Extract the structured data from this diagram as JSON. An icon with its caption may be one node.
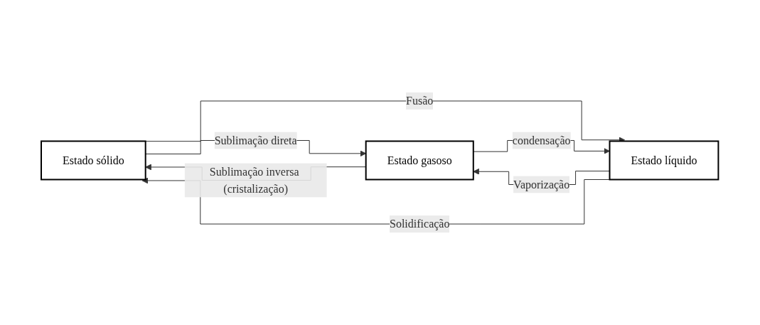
{
  "diagram": {
    "nodes": [
      {
        "text": [
          "Estado sólido"
        ]
      },
      {
        "text": [
          "Estado líquido"
        ]
      },
      {
        "text": [
          "Estado gasoso"
        ]
      }
    ],
    "edges": [
      {
        "from": 0,
        "to": 2,
        "arrow": "to",
        "label": "Sublimação direta"
      },
      {
        "from": 0,
        "to": 1,
        "arrow": "to",
        "label": "Fusão"
      },
      {
        "from": 1,
        "to": 2,
        "arrow": "to",
        "label": "Vaporização"
      },
      {
        "from": 1,
        "to": 0,
        "arrow": "to",
        "label": "Solidificação"
      },
      {
        "from": 2,
        "to": 1,
        "arrow": "to",
        "label": "condensação"
      },
      {
        "from": 2,
        "to": 0,
        "arrow": "to",
        "label": "Sublimação inversa (cristalização)"
      }
    ]
  }
}
